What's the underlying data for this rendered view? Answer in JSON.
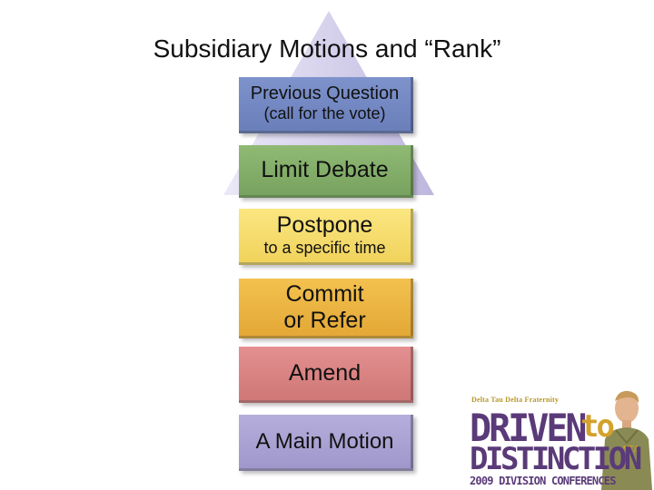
{
  "title": "Subsidiary Motions and “Rank”",
  "levels": [
    {
      "line1": "Previous Question",
      "line2": "(call for the vote)"
    },
    {
      "line1": "Limit Debate",
      "line2": ""
    },
    {
      "line1": "Postpone",
      "line2": "to a specific time"
    },
    {
      "line1": "Commit",
      "line2": "or Refer"
    },
    {
      "line1": "Amend",
      "line2": ""
    },
    {
      "line1": "A Main Motion",
      "line2": ""
    }
  ],
  "logo": {
    "fraternity": "Delta Tau Delta Fraternity",
    "driven": "DRIVEN",
    "to": "to",
    "distinction": "DISTINCTION",
    "conference": "2009 DIVISION CONFERENCES"
  },
  "colors": {
    "pyramid": "#d9d6ee",
    "level1": "#7489c3",
    "level2": "#82ad68",
    "level3": "#f6dc6c",
    "level4": "#ecb542",
    "level5": "#da8383",
    "level6": "#aaa2d3",
    "brand_purple": "#5a3a78",
    "brand_gold": "#d4a22c"
  }
}
